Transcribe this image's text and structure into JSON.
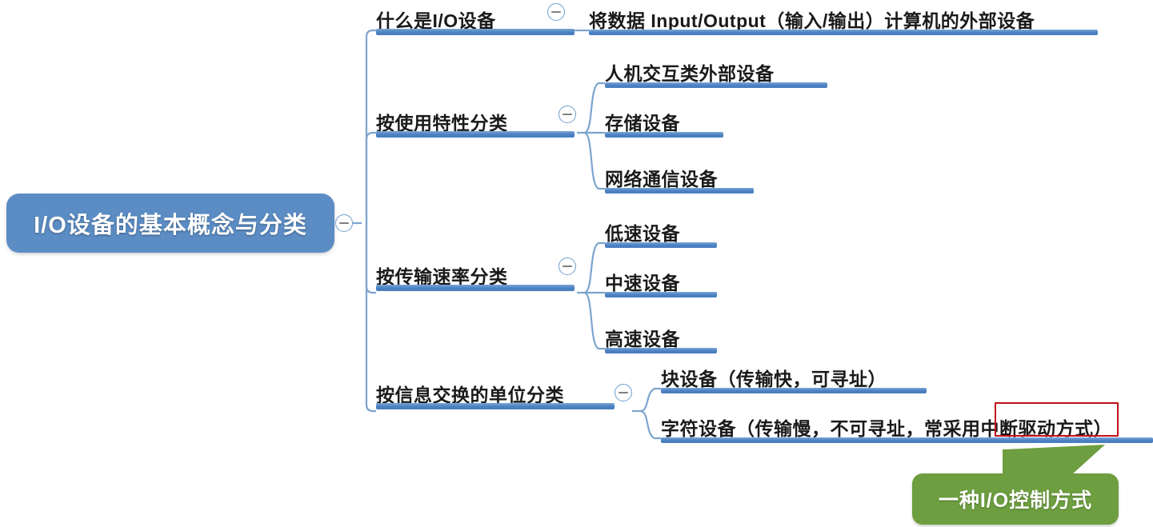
{
  "diagram": {
    "type": "mindmap",
    "title": "I/O设备的基本概念与分类",
    "colors": {
      "root_fill": "#5b8cc4",
      "branch_bar": "#4a7fc1",
      "connector": "#7da4cf",
      "highlight_box": "#c0111b",
      "callout_fill": "#6d9e3f",
      "text": "#1a1a1a"
    },
    "root": {
      "label": "I/O设备的基本概念与分类",
      "toggle_icon": "collapse-minus-icon"
    },
    "branches": [
      {
        "label": "什么是I/O设备",
        "toggle_icon": "collapse-minus-icon",
        "children": [
          {
            "label": "将数据 Input/Output（输入/输出）计算机的外部设备"
          }
        ]
      },
      {
        "label": "按使用特性分类",
        "toggle_icon": "collapse-minus-icon",
        "children": [
          {
            "label": "人机交互类外部设备"
          },
          {
            "label": "存储设备"
          },
          {
            "label": "网络通信设备"
          }
        ]
      },
      {
        "label": "按传输速率分类",
        "toggle_icon": "collapse-minus-icon",
        "children": [
          {
            "label": "低速设备"
          },
          {
            "label": "中速设备"
          },
          {
            "label": "高速设备"
          }
        ]
      },
      {
        "label": "按信息交换的单位分类",
        "toggle_icon": "collapse-minus-icon",
        "children": [
          {
            "label": "块设备（传输快，可寻址）"
          },
          {
            "label": "字符设备（传输慢，不可寻址，常采用中断驱动方式）"
          }
        ]
      }
    ],
    "annotations": {
      "highlight": {
        "target_text": "中断驱动方式）",
        "shape": "rectangle",
        "color": "#c0111b"
      },
      "callout": {
        "label": "一种I/O控制方式",
        "color": "#6d9e3f",
        "pointer": "up-left"
      }
    }
  }
}
